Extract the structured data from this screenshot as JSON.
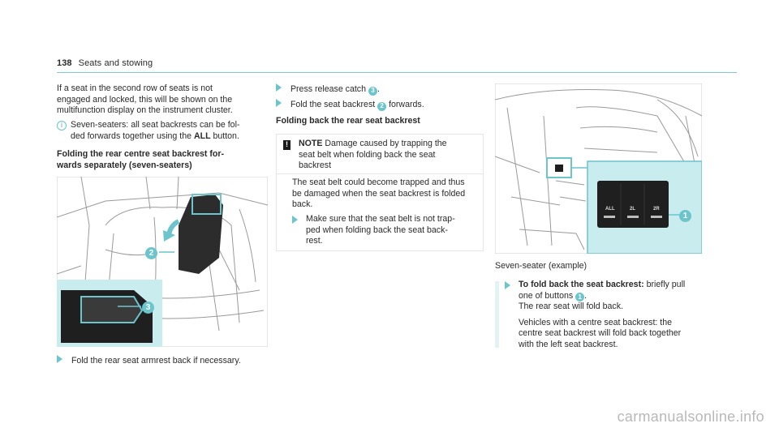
{
  "header": {
    "page_number": "138",
    "section": "Seats and stowing"
  },
  "col1": {
    "intro": [
      "If a seat in the second row of seats is not",
      "engaged and locked, this will be shown on the",
      "multifunction display on the instrument cluster."
    ],
    "info_lines": [
      "Seven-seaters: all seat backrests can be fol-",
      "ded forwards together using the"
    ],
    "info_all_button": "ALL",
    "info_tail": " button.",
    "heading_lines": [
      "Folding the rear centre seat backrest for-",
      "wards separately (seven-seaters)"
    ],
    "figure_callouts": [
      "2",
      "3"
    ],
    "step": "Fold the rear seat armrest back if necessary."
  },
  "col2": {
    "step1_text": "Press release catch ",
    "step1_num": "3",
    "step1_end": ".",
    "step2_text": "Fold the seat backrest ",
    "step2_num": "2",
    "step2_end": " forwards.",
    "heading": "Folding back the rear seat backrest",
    "note_label": "NOTE",
    "note_title_lines": [
      " Damage caused by trapping the",
      "seat belt when folding back the seat",
      "backrest"
    ],
    "note_body_lines": [
      "The seat belt could become trapped and thus",
      "be damaged when the seat backrest is folded",
      "back."
    ],
    "note_step_lines": [
      "Make sure that the seat belt is not trap-",
      "ped when folding back the seat back-",
      "rest."
    ]
  },
  "col3": {
    "figure_callout": "1",
    "button_labels": [
      "ALL",
      "2L",
      "2R"
    ],
    "caption": "Seven-seater (example)",
    "step_label": "To fold back the seat backrest:",
    "step_text": " briefly pull",
    "step_line2_text": "one of buttons ",
    "step_line2_num": "1",
    "step_line2_end": ".",
    "step_line3": "The rear seat will fold back.",
    "para_lines": [
      "Vehicles with a centre seat backrest: the",
      "centre seat backrest will fold back together",
      "with the left seat backrest."
    ]
  },
  "footer": {
    "watermark": "carmanualsonline.info"
  }
}
